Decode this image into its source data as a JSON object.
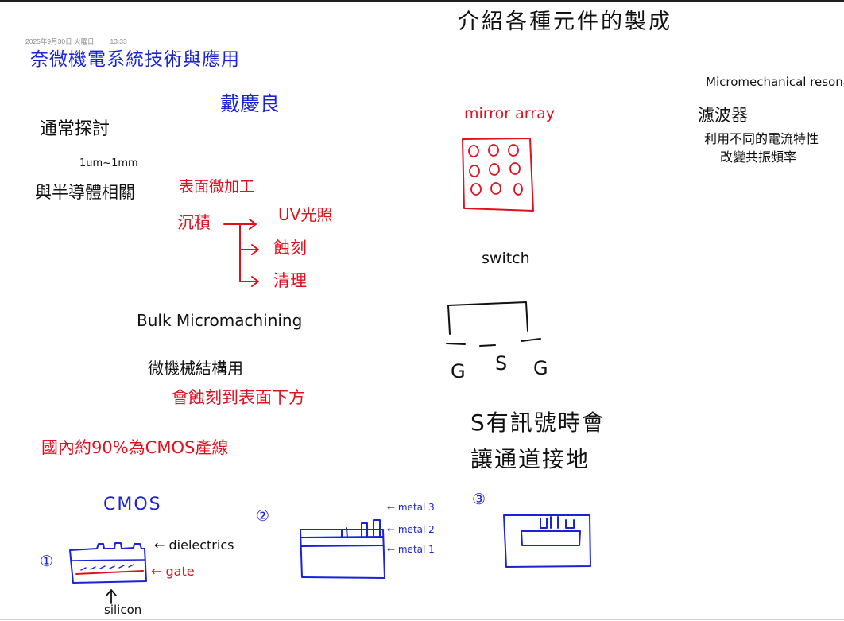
{
  "meta": {
    "date": "2025年9月30日 火曜日",
    "time": "13:33"
  },
  "left": {
    "title": "奈微機電系統技術與應用",
    "author": "戴慶良",
    "line_usually": "通常探討",
    "line_scale": "1um~1mm",
    "line_related": "與半導體相關",
    "surface_machining": "表面微加工",
    "deposition": "沉積",
    "step_uv": "UV光照",
    "step_etch": "蝕刻",
    "step_clean": "清理",
    "bulk": "Bulk Micromachining",
    "bulk_desc": "微機械結構用",
    "bulk_note": "會蝕刻到表面下方",
    "cmos_note": "國內約90%為CMOS產線"
  },
  "cmos": {
    "title": "CMOS",
    "step1": "①",
    "step2": "②",
    "step3": "③",
    "dielectrics": "← dielectrics",
    "gate": "← gate",
    "silicon": "silicon",
    "metal3": "← metal 3",
    "metal2": "← metal 2",
    "metal1": "← metal 1"
  },
  "right": {
    "title": "介紹各種元件的製成",
    "mirror": "mirror array",
    "switch": "switch",
    "g_left": "G",
    "s_mid": "S",
    "g_right": "G",
    "signal_note_1": "S有訊號時會",
    "signal_note_2": "讓通道接地",
    "resonator": "Micromechanical resonator",
    "filter": "濾波器",
    "filter_note_1": "利用不同的電流特性",
    "filter_note_2": "改變共振頻率"
  },
  "colors": {
    "blue_ink": "#1a24d6",
    "red_ink": "#e0101f",
    "black_ink": "#111111"
  }
}
